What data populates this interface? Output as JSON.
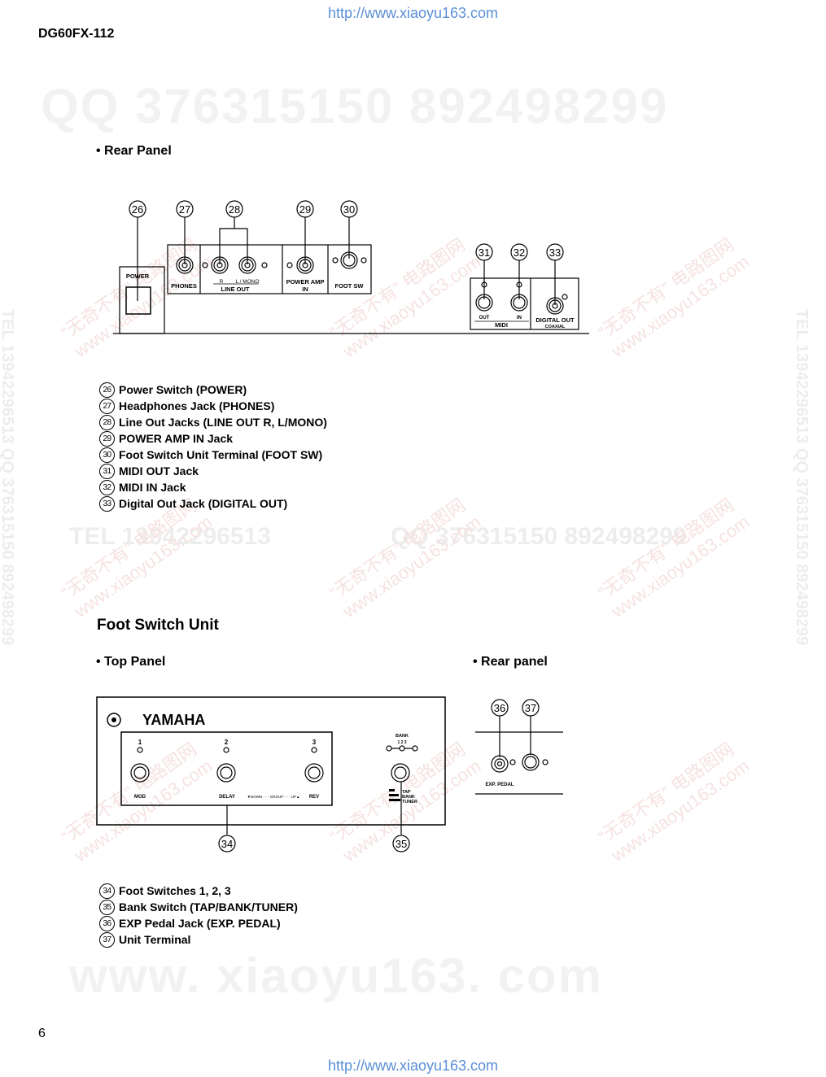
{
  "header": {
    "url_top": "http://www.xiaoyu163.com",
    "model": "DG60FX-112"
  },
  "footer": {
    "page_number": "6",
    "url_bottom": "http://www.xiaoyu163.com"
  },
  "watermarks": {
    "qq_top": "QQ 376315150   892498299",
    "tel_mid": "TEL 13942296513",
    "qq_mid": "QQ 376315150  892498299",
    "site_big": "www. xiaoyu163. com",
    "side_vertical": "TEL 13942296513  QQ 376315150  892498299",
    "diag_line1": "“无奇不有” 电路图网",
    "diag_line2": "www.xiaoyu163.com"
  },
  "rear_panel": {
    "heading": "• Rear Panel",
    "callouts": [
      "26",
      "27",
      "28",
      "29",
      "30",
      "31",
      "32",
      "33"
    ],
    "labels": {
      "power": "POWER",
      "phones": "PHONES",
      "r": "R",
      "l_mono": "L / MONO",
      "line_out": "LINE  OUT",
      "power_amp": "POWER  AMP",
      "power_amp_in": "IN",
      "foot_sw": "FOOT  SW",
      "out": "OUT",
      "in": "IN",
      "midi": "MIDI",
      "digital_out": "DIGITAL  OUT",
      "coaxial": "COAXIAL"
    },
    "items": [
      {
        "num": "26",
        "text": "Power Switch (POWER)"
      },
      {
        "num": "27",
        "text": "Headphones Jack (PHONES)"
      },
      {
        "num": "28",
        "text": "Line Out Jacks (LINE OUT R, L/MONO)"
      },
      {
        "num": "29",
        "text": "POWER AMP IN Jack"
      },
      {
        "num": "30",
        "text": "Foot Switch Unit Terminal (FOOT SW)"
      },
      {
        "num": "31",
        "text": "MIDI OUT Jack"
      },
      {
        "num": "32",
        "text": "MIDI IN Jack"
      },
      {
        "num": "33",
        "text": "Digital Out Jack (DIGITAL OUT)"
      }
    ]
  },
  "foot_switch": {
    "title": "Foot Switch Unit",
    "top_panel_heading": "• Top Panel",
    "rear_panel_heading": "• Rear panel",
    "callouts": [
      "34",
      "35",
      "36",
      "37"
    ],
    "labels": {
      "brand": "YAMAHA",
      "sw1": "1",
      "sw2": "2",
      "sw3": "3",
      "mod": "MOD",
      "delay": "DELAY",
      "rev": "REV",
      "group": "▼DOWN - - - GROUP - - - UP▲",
      "bank": "BANK",
      "bank_nums": "1   2   3",
      "tap": "TAP",
      "bank_small": "BANK",
      "tuner": "TUNER",
      "exp_pedal": "EXP. PEDAL"
    },
    "items": [
      {
        "num": "34",
        "text": "Foot Switches 1, 2, 3"
      },
      {
        "num": "35",
        "text": "Bank Switch (TAP/BANK/TUNER)"
      },
      {
        "num": "36",
        "text": "EXP Pedal Jack (EXP. PEDAL)"
      },
      {
        "num": "37",
        "text": "Unit Terminal"
      }
    ]
  }
}
